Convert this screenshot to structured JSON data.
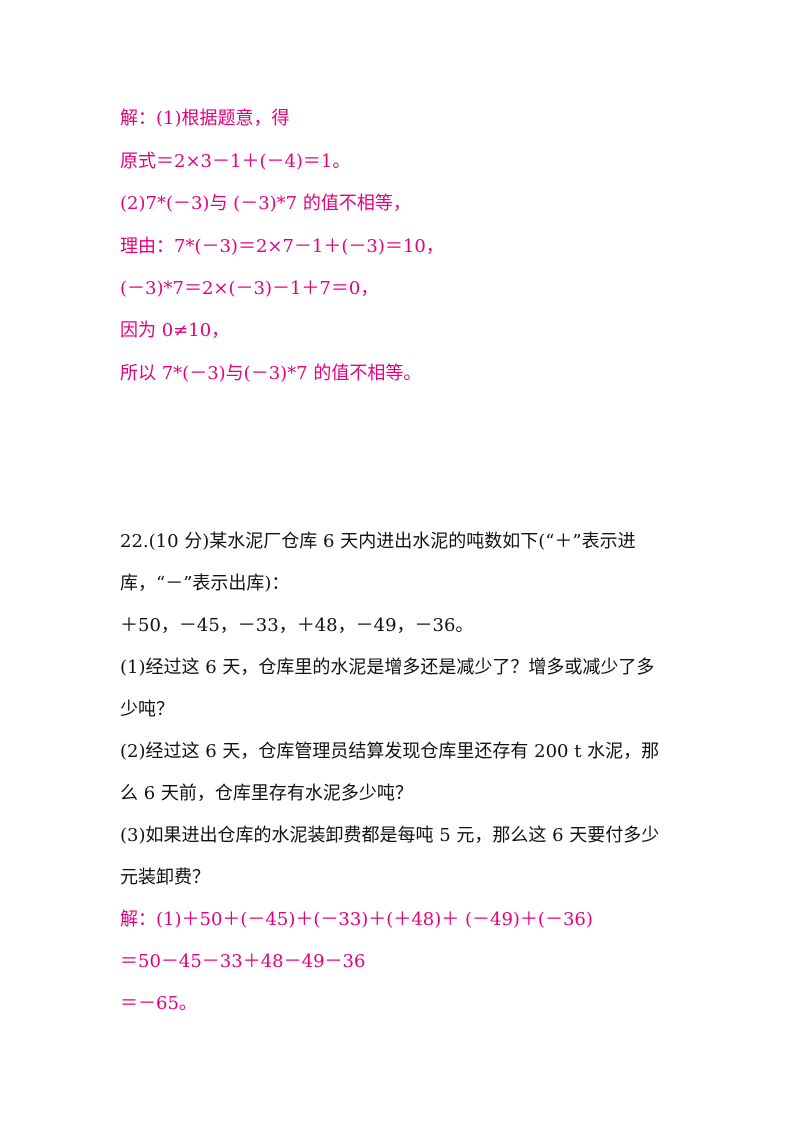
{
  "answer_top": {
    "lines": [
      "解：(1)根据题意，得",
      "原式＝2×3－1＋(－4)＝1。",
      "(2)7*(－3)与 (－3)*7 的值不相等，",
      "理由：7*(－3)＝2×7－1＋(－3)＝10，",
      "(－3)*7＝2×(－3)－1＋7＝0，",
      "因为 0≠10，",
      "所以 7*(－3)与(－3)*7 的值不相等。"
    ]
  },
  "question_22": {
    "lines": [
      "22.(10 分)某水泥厂仓库 6 天内进出水泥的吨数如下(“＋”表示进",
      "库，“－”表示出库)：",
      "＋50，－45，－33，＋48，－49，－36。",
      "(1)经过这 6 天，仓库里的水泥是增多还是减少了？增多或减少了多",
      "少吨？",
      "(2)经过这 6 天，仓库管理员结算发现仓库里还存有 200  t 水泥，那",
      "么 6 天前，仓库里存有水泥多少吨？",
      "(3)如果进出仓库的水泥装卸费都是每吨 5 元，那么这 6 天要付多少",
      "元装卸费？"
    ]
  },
  "answer_22": {
    "lines": [
      "解：(1)＋50＋(－45)＋(－33)＋(＋48)＋  (－49)＋(－36)",
      "＝50－45－33＋48－49－36",
      "＝－65。"
    ]
  },
  "colors": {
    "answer": "#e4007f",
    "question": "#111111"
  }
}
